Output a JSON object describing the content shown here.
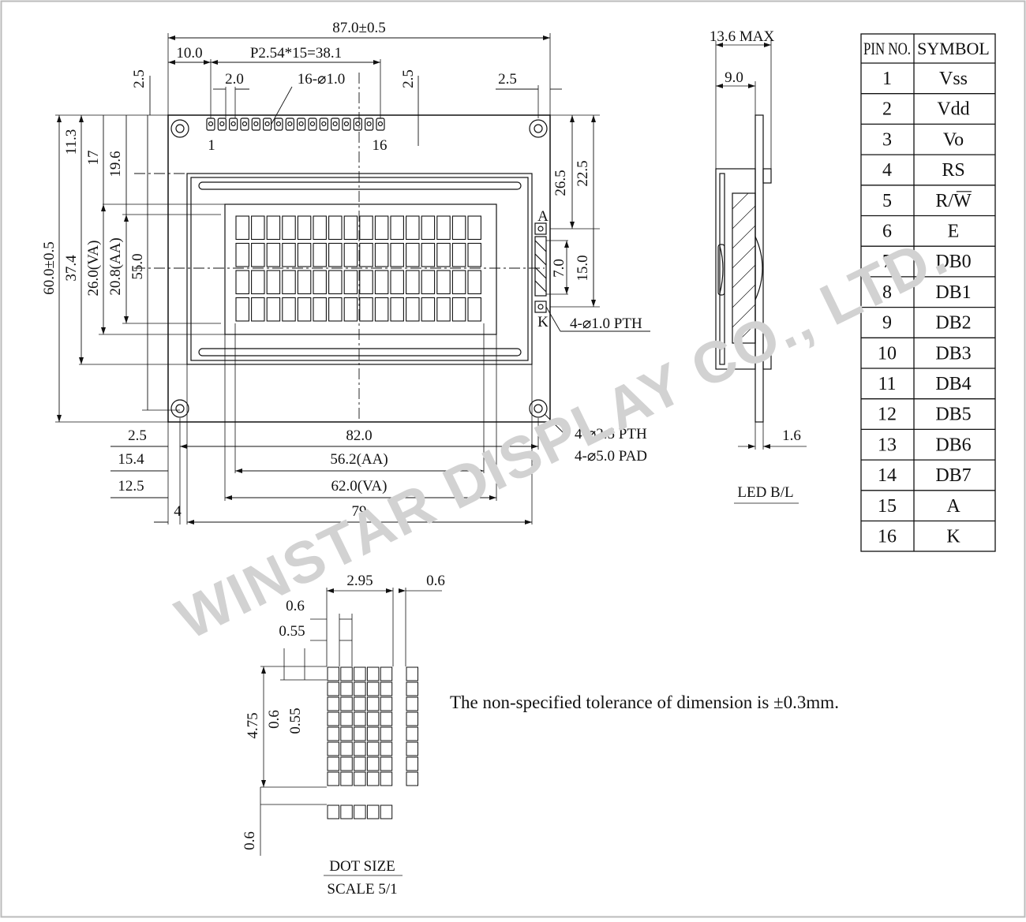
{
  "watermark": "WINSTAR DISPLAY CO., LTD.",
  "front_view": {
    "overall_width": "87.0±0.5",
    "edge_offset": "10.0",
    "pin_pitch": "P2.54*15=38.1",
    "pad_offset": "2.0",
    "pin_holes": "16-⌀1.0",
    "top_margin_left": "2.5",
    "top_margin_mid": "2.5",
    "top_margin_right": "2.5",
    "pin_first": "1",
    "pin_last": "16",
    "overall_height": "60.0±0.5",
    "dim_11_3": "11.3",
    "dim_17": "17",
    "dim_19_6": "19.6",
    "dim_37_4": "37.4",
    "va_height": "26.0(VA)",
    "aa_height": "20.8(AA)",
    "dim_55": "55.0",
    "dim_26_5": "26.5",
    "dim_22_5": "22.5",
    "dim_7": "7.0",
    "dim_15": "15.0",
    "led_a": "A",
    "led_k": "K",
    "led_holes": "4-⌀1.0 PTH",
    "mount_holes_pth": "4-⌀2.5 PTH",
    "mount_holes_pad": "4-⌀5.0 PAD",
    "bottom_2_5": "2.5",
    "hole_spacing": "82.0",
    "aa_width": "56.2(AA)",
    "va_width": "62.0(VA)",
    "dim_15_4": "15.4",
    "dim_12_5": "12.5",
    "dim_4": "4",
    "bezel_width": "79"
  },
  "side_view": {
    "max_thickness": "13.6 MAX",
    "dim_9": "9.0",
    "pcb_thickness": "1.6",
    "caption": "LED B/L"
  },
  "pin_table": {
    "col_pin": "PIN NO.",
    "col_symbol": "SYMBOL",
    "rows": [
      {
        "pin": "1",
        "symbol": "Vss"
      },
      {
        "pin": "2",
        "symbol": "Vdd"
      },
      {
        "pin": "3",
        "symbol": "Vo"
      },
      {
        "pin": "4",
        "symbol": "RS"
      },
      {
        "pin": "5",
        "symbol": "R/W"
      },
      {
        "pin": "6",
        "symbol": "E"
      },
      {
        "pin": "7",
        "symbol": "DB0"
      },
      {
        "pin": "8",
        "symbol": "DB1"
      },
      {
        "pin": "9",
        "symbol": "DB2"
      },
      {
        "pin": "10",
        "symbol": "DB3"
      },
      {
        "pin": "11",
        "symbol": "DB4"
      },
      {
        "pin": "12",
        "symbol": "DB5"
      },
      {
        "pin": "13",
        "symbol": "DB6"
      },
      {
        "pin": "14",
        "symbol": "DB7"
      },
      {
        "pin": "15",
        "symbol": "A"
      },
      {
        "pin": "16",
        "symbol": "K"
      }
    ]
  },
  "dot_detail": {
    "char_width": "2.95",
    "char_gap": "0.6",
    "dot_pitch_x": "0.6",
    "dot_size_x": "0.55",
    "char_height": "4.75",
    "dot_pitch_y": "0.6",
    "dot_size_y": "0.55",
    "cursor_gap": "0.6",
    "title": "DOT SIZE",
    "scale": "SCALE 5/1"
  },
  "tolerance_note": "The non-specified tolerance of dimension is ±0.3mm."
}
